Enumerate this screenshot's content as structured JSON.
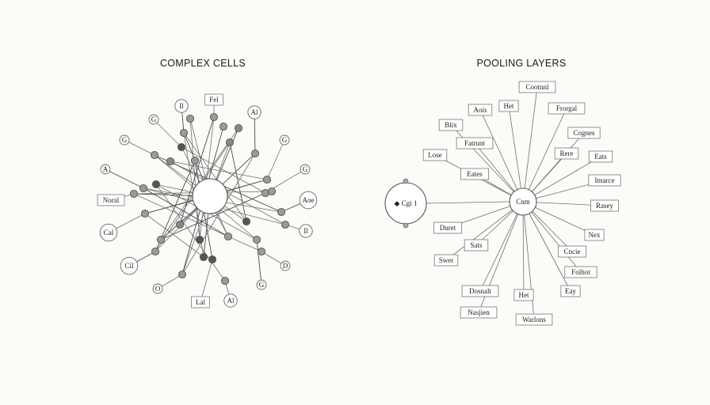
{
  "left_panel": {
    "title": "COMPLEX CELLS",
    "hub_label": "",
    "labels": [
      {
        "text": "Il"
      },
      {
        "text": "Fel"
      },
      {
        "text": "G"
      },
      {
        "text": "Al"
      },
      {
        "text": "G"
      },
      {
        "text": "G"
      },
      {
        "text": "A"
      },
      {
        "text": "G"
      },
      {
        "text": "Noral"
      },
      {
        "text": "Aoe"
      },
      {
        "text": "Cal"
      },
      {
        "text": "Il"
      },
      {
        "text": "Cil"
      },
      {
        "text": "D"
      },
      {
        "text": "O"
      },
      {
        "text": "G"
      },
      {
        "text": "Lal"
      },
      {
        "text": "Al"
      }
    ]
  },
  "right_panel": {
    "title": "POOLING LAYERS",
    "hub_label": "Cnm",
    "side_node_label": "Cgi 1",
    "labels": [
      {
        "text": "Cootnnl"
      },
      {
        "text": "Aois"
      },
      {
        "text": "Het"
      },
      {
        "text": "Frorgal"
      },
      {
        "text": "Blix"
      },
      {
        "text": "Fatrunt"
      },
      {
        "text": "Cognes"
      },
      {
        "text": "Lose"
      },
      {
        "text": "Eates"
      },
      {
        "text": "Rere"
      },
      {
        "text": "Eats"
      },
      {
        "text": "Imarce"
      },
      {
        "text": "Rasey"
      },
      {
        "text": "Duret"
      },
      {
        "text": "Nex"
      },
      {
        "text": "Sats"
      },
      {
        "text": "Cncie"
      },
      {
        "text": "Swer"
      },
      {
        "text": "Folhot"
      },
      {
        "text": "Dosnalt"
      },
      {
        "text": "Het"
      },
      {
        "text": "Eay"
      },
      {
        "text": "Nasjien"
      },
      {
        "text": "Warlons"
      }
    ]
  }
}
